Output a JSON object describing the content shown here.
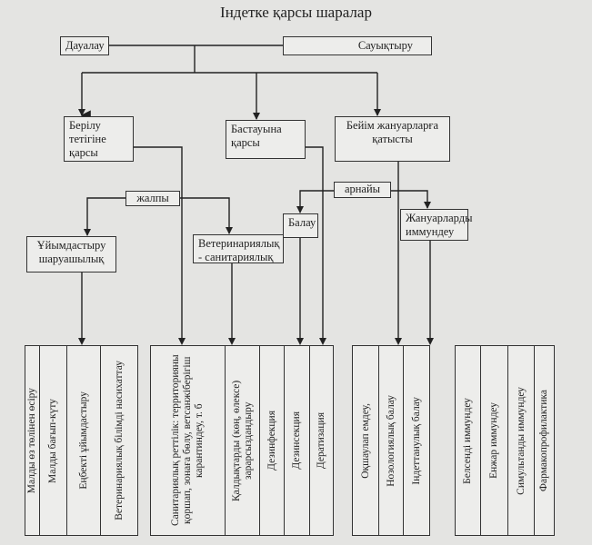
{
  "title": "Індетке қарсы шаралар",
  "top": {
    "left": "Дауалау",
    "right": "Сауықтыру"
  },
  "level2": [
    "Берілу тетігіне қарсы",
    "Бастауына қарсы",
    "Бейім жануарларға қатысты"
  ],
  "connectors": {
    "general": "жалпы",
    "special": "арнайы"
  },
  "level3": {
    "organizing": "Ұйымдастыру шаруашылық",
    "veterinary": "Ветеринариялық - санитариялық",
    "isolation": "Балау",
    "immunization": "Жануарларды иммундеу"
  },
  "groups": [
    [
      "Малды өз төлінен өсіру",
      "Малды бағып-күту",
      "Еңбекті ұйымдастыру",
      "Ветеринариялық білімді насихаттау"
    ],
    [
      "Санитариялық реттілік: территорияны қоршап, зонаға бөлу, ветсанжіберігіш карантиндеу, т. б",
      "Қалдықтарды (көң, өлексе) зарарсыздандыру",
      "Дезинфекция",
      "Дезинсекция",
      "Дератизация"
    ],
    [
      "Оқшаулап емдеу,",
      "Нозологиялық балау",
      "Індеттанулық балау"
    ],
    [
      "Белсенді иммундеу",
      "Енжар иммундеу",
      "Симультанды иммундеу",
      "Фармакопрофилактика"
    ]
  ]
}
